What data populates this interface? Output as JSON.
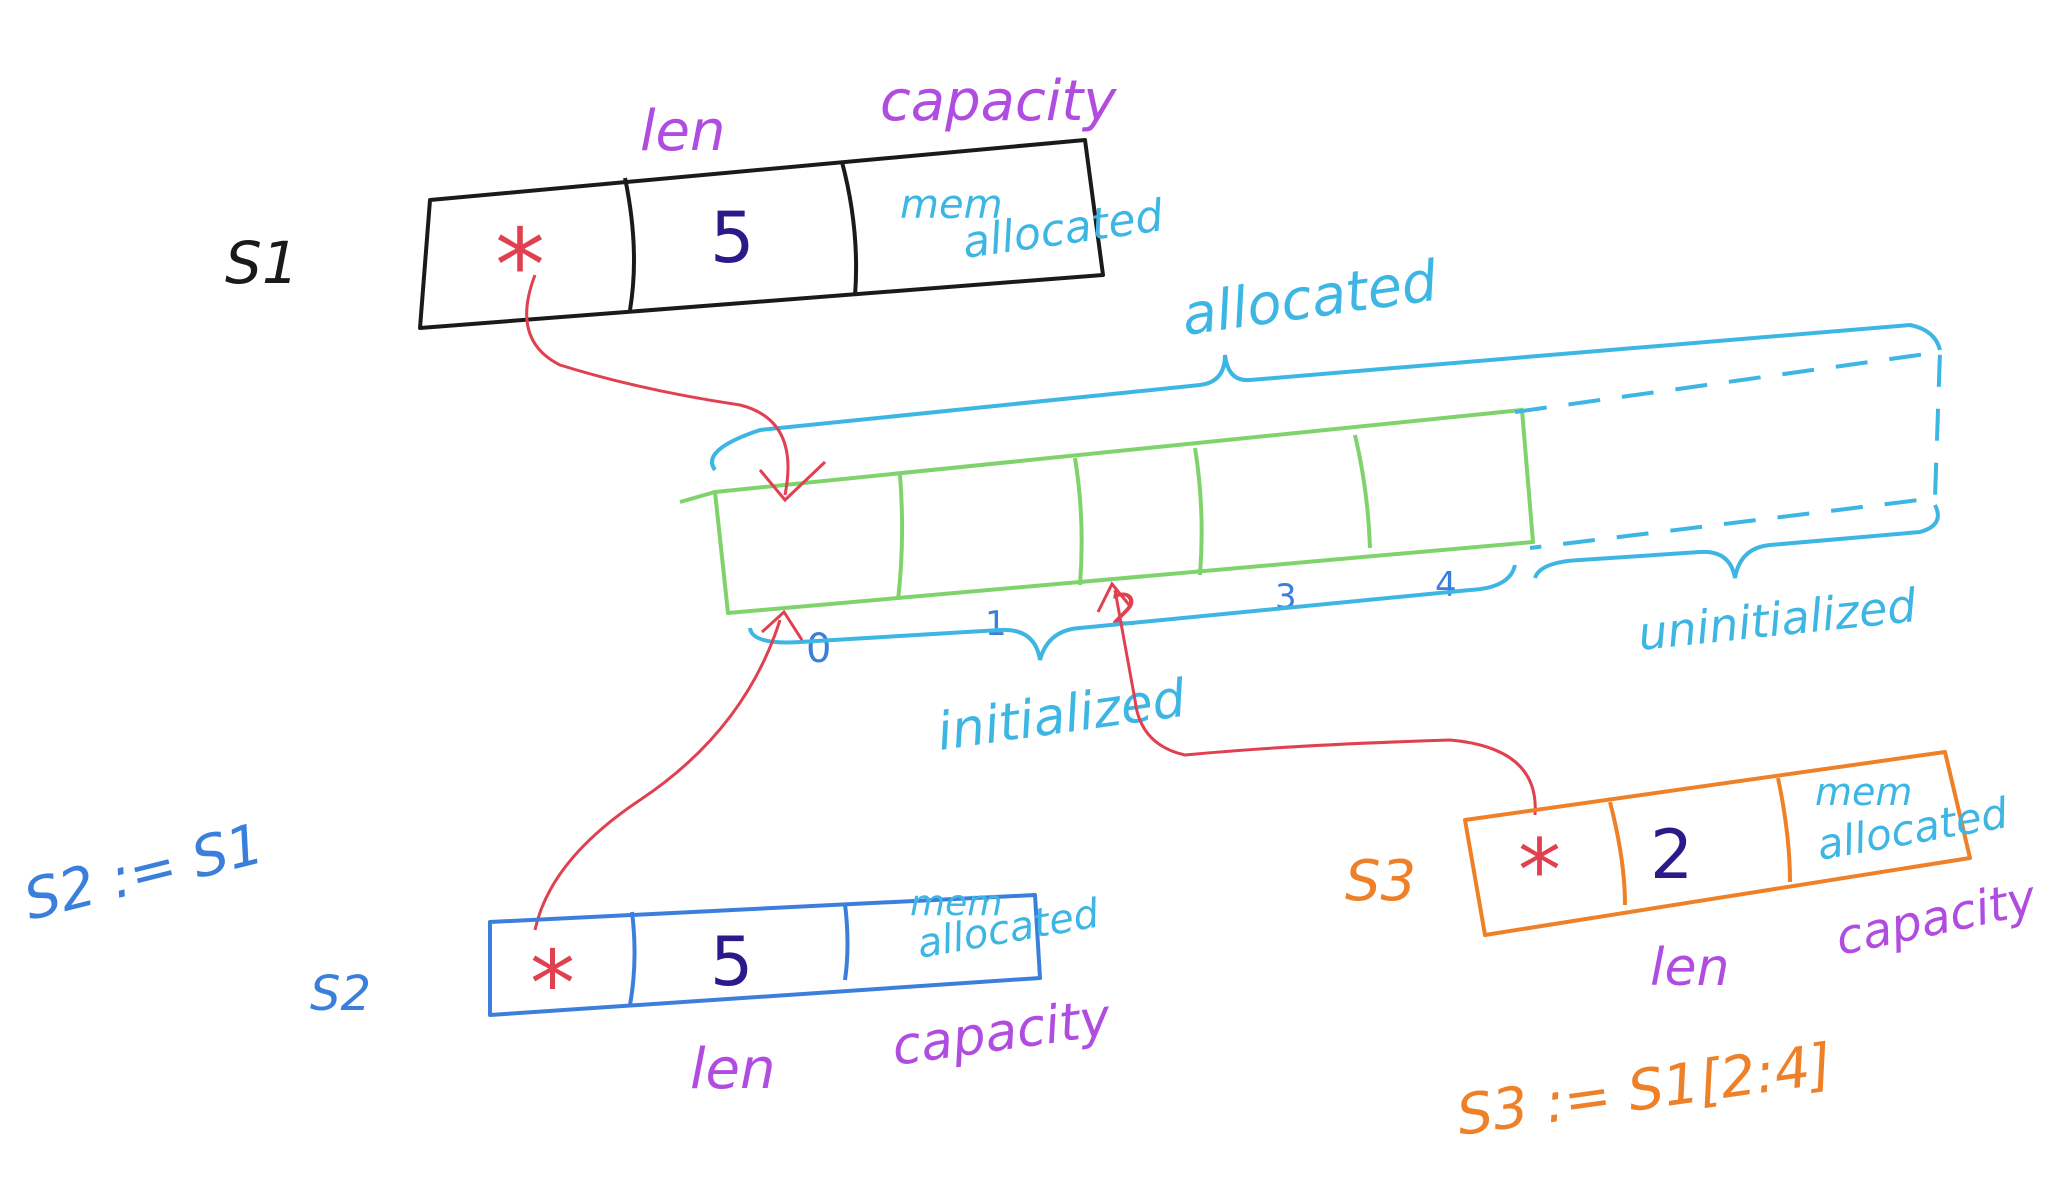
{
  "colors": {
    "black": "#1a1a1a",
    "purple": "#b04de0",
    "cyan": "#3db6e3",
    "green": "#7fd36c",
    "red": "#e04050",
    "blue": "#3a7fdc",
    "orange": "#ee8128",
    "navy": "#2b1a8a"
  },
  "s1": {
    "name": "S1",
    "ptr": "*",
    "len_value": "5",
    "cap_text_1": "mem",
    "cap_text_2": "allocated",
    "len_label": "len",
    "cap_label": "capacity"
  },
  "array": {
    "allocated_label": "allocated",
    "initialized_label": "initialized",
    "uninitialized_label": "uninitialized",
    "indices": [
      "0",
      "1",
      "2",
      "3",
      "4"
    ]
  },
  "s2": {
    "name": "S2",
    "assignment": "S2 := S1",
    "ptr": "*",
    "len_value": "5",
    "cap_text_1": "mem",
    "cap_text_2": "allocated",
    "len_label": "len",
    "cap_label": "capacity"
  },
  "s3": {
    "name": "S3",
    "assignment": "S3 := S1[2:4]",
    "ptr": "*",
    "len_value": "2",
    "cap_text_1": "mem",
    "cap_text_2": "allocated",
    "len_label": "len",
    "cap_label": "capacity"
  }
}
